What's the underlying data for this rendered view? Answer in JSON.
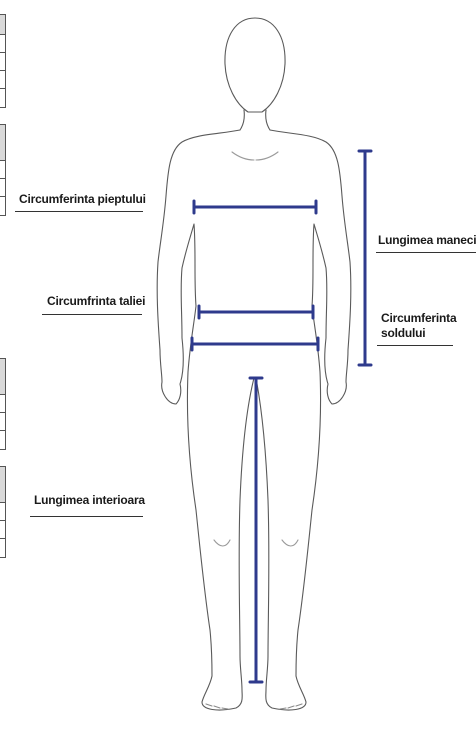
{
  "labels": {
    "chest": "Circumferinta pieptului",
    "waist": "Circumfrinta taliei",
    "sleeve": "Lungimea manecii",
    "hip_line1": "Circumferinta",
    "hip_line2": "soldului",
    "inseam": "Lungimea interioara"
  },
  "colors": {
    "measure": "#2e3a8c",
    "outline": "#555555",
    "text": "#1a1a1a"
  }
}
